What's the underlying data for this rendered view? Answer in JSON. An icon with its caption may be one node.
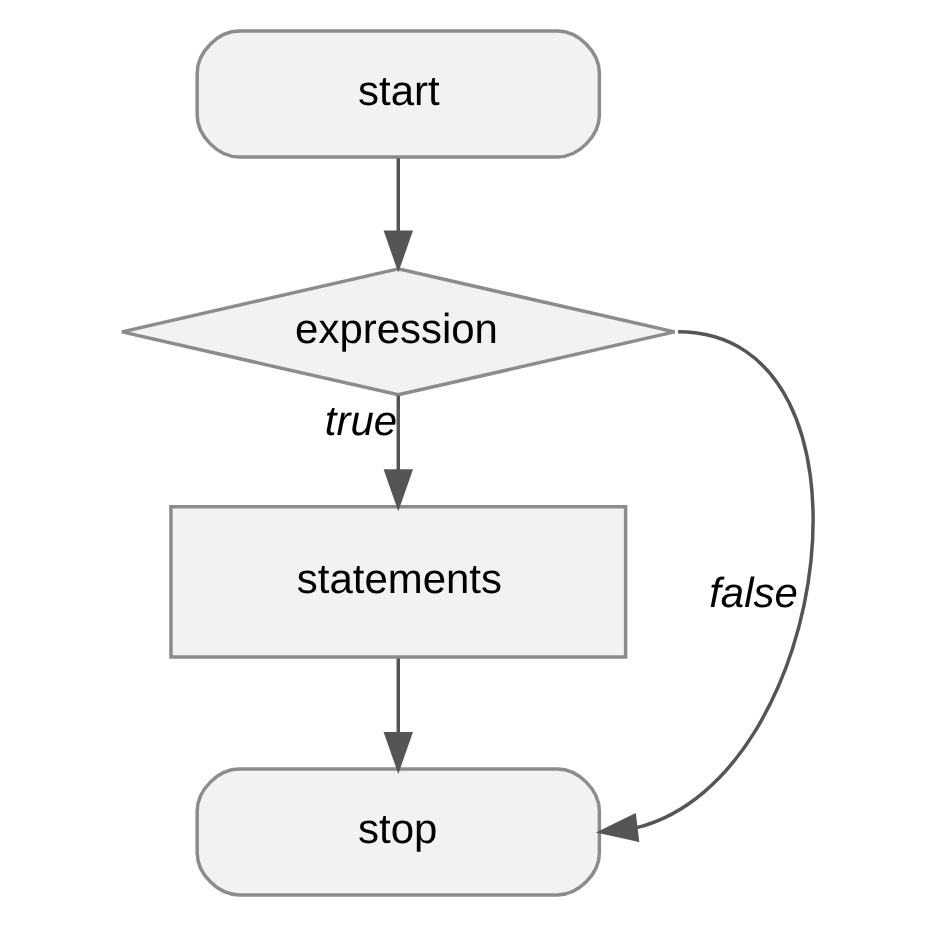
{
  "diagram": {
    "nodes": [
      {
        "text": [
          "start"
        ]
      },
      {
        "text": [
          "expression"
        ]
      },
      {
        "text": [
          "statements"
        ]
      },
      {
        "text": [
          "stop"
        ]
      }
    ],
    "edges": [
      {
        "from": 0,
        "to": 1,
        "arrow": "to"
      },
      {
        "from": 1,
        "to": 2,
        "arrow": "to",
        "label": "true"
      },
      {
        "from": 2,
        "to": 3,
        "arrow": "to"
      },
      {
        "from": 1,
        "to": 3,
        "arrow": "to",
        "label": "false"
      }
    ]
  }
}
